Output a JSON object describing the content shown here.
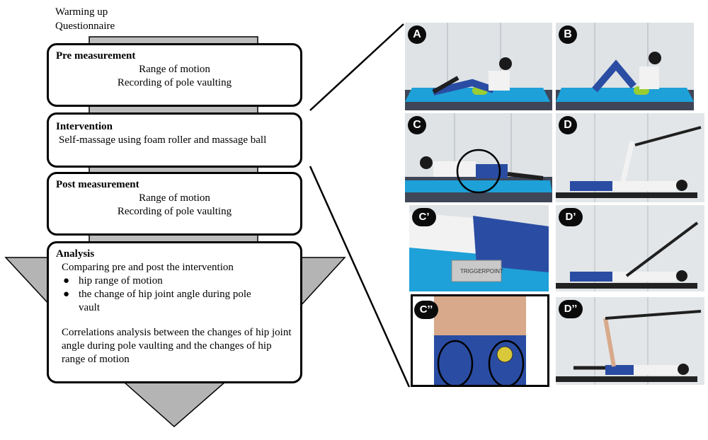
{
  "header": {
    "line1": "Warming up",
    "line2": "Questionnaire"
  },
  "flow": {
    "pre": {
      "title": "Pre measurement",
      "line1": "Range of motion",
      "line2": "Recording of pole vaulting"
    },
    "intervention": {
      "title": "Intervention",
      "line1": "Self-massage using foam roller and massage ball"
    },
    "post": {
      "title": "Post measurement",
      "line1": "Range of motion",
      "line2": "Recording of pole vaulting"
    },
    "analysis": {
      "title": "Analysis",
      "intro": "Comparing pre and post the intervention",
      "bullets": [
        "hip range of motion",
        "the change of hip joint angle during pole vault"
      ],
      "correlation": "Correlations analysis between the changes of hip joint angle during pole vaulting and the changes of hip range of motion"
    }
  },
  "photos": {
    "A": "A",
    "B": "B",
    "C": "C",
    "D": "D",
    "C1": "C’",
    "D1": "D’",
    "C2": "C’’",
    "D2": "D’’",
    "block_label": "TRIGGERPOINT"
  },
  "colors": {
    "mat": "#1ea0d8",
    "shorts": "#2a4da3",
    "shirt": "#f2f2f2",
    "wall": "#d9dde0",
    "arrow_gray": "#b4b4b4"
  }
}
